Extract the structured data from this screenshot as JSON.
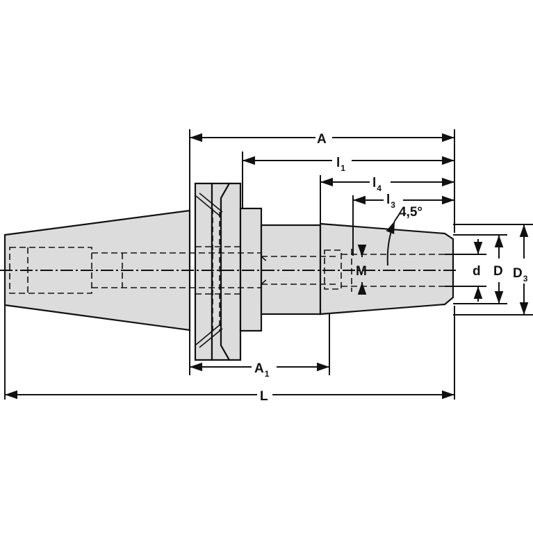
{
  "dimensions": {
    "A": "A",
    "l1": {
      "base": "l",
      "sub": "1"
    },
    "l4": {
      "base": "l",
      "sub": "4"
    },
    "l3": {
      "base": "l",
      "sub": "3"
    },
    "angle": "4,5°",
    "M": "M",
    "d": "d",
    "D": "D",
    "D3": {
      "base": "D",
      "sub": "3"
    },
    "A1": {
      "base": "A",
      "sub": "1"
    },
    "L": "L"
  },
  "colors": {
    "line": "#111111",
    "body_fill": "#dcdcdc",
    "background": "#ffffff"
  }
}
